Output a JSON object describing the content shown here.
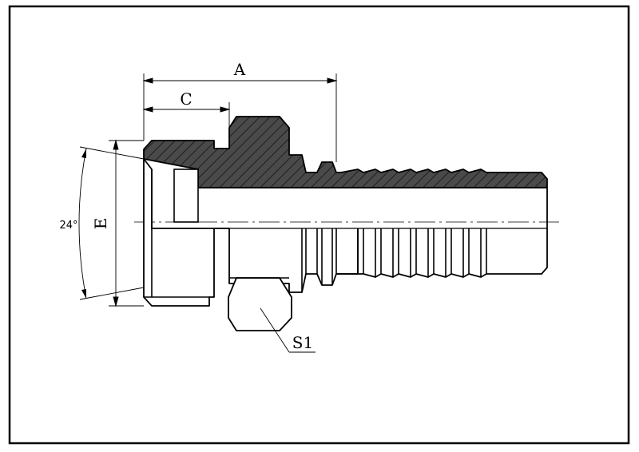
{
  "labels": {
    "dim_a": "A",
    "dim_c": "C",
    "dim_e": "E",
    "angle": "24°",
    "hex": "S1"
  },
  "colors": {
    "line": "#000000",
    "section_fill": "#4a4a4a",
    "hatch": "#222222",
    "background": "#ffffff"
  }
}
